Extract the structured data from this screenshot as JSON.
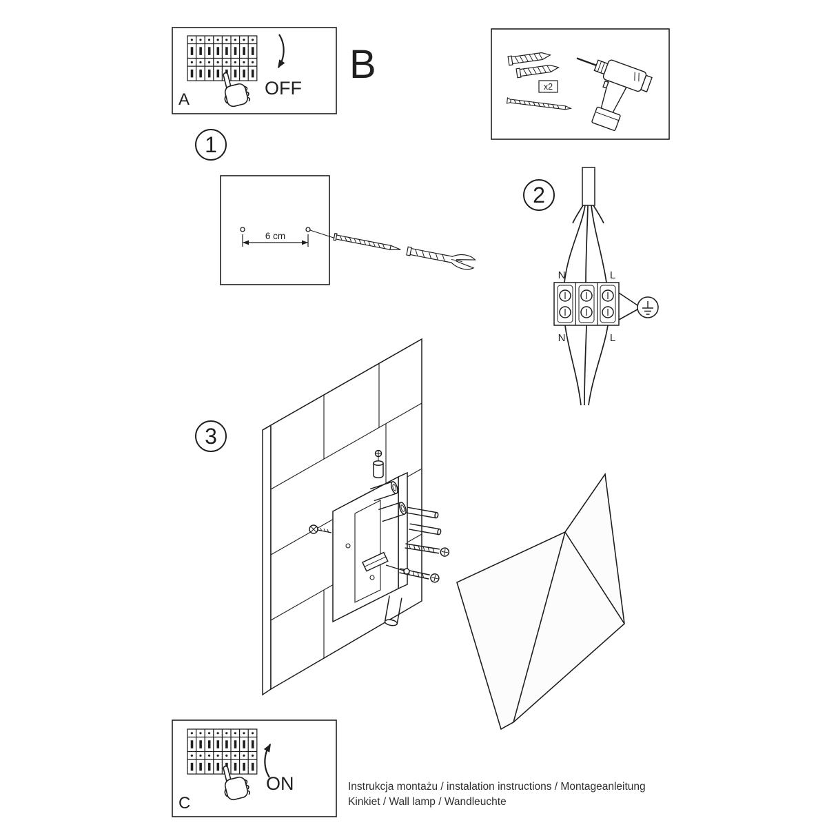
{
  "colors": {
    "ink": "#1f1f1f",
    "paper": "#ffffff"
  },
  "panels": {
    "a": {
      "label": "A",
      "state": "OFF"
    },
    "b": {
      "label": "B"
    },
    "c": {
      "label": "C",
      "state": "ON"
    }
  },
  "parts": {
    "quantity": "x2"
  },
  "steps": {
    "s1": {
      "number": "1",
      "dimension": "6 cm"
    },
    "s2": {
      "number": "2",
      "n_top": "N",
      "l_top": "L",
      "n_bottom": "N",
      "l_bottom": "L"
    },
    "s3": {
      "number": "3"
    }
  },
  "footer": {
    "line1": "Instrukcja montażu / instalation instructions / Montageanleitung",
    "line2": "Kinkiet / Wall lamp / Wandleuchte"
  }
}
